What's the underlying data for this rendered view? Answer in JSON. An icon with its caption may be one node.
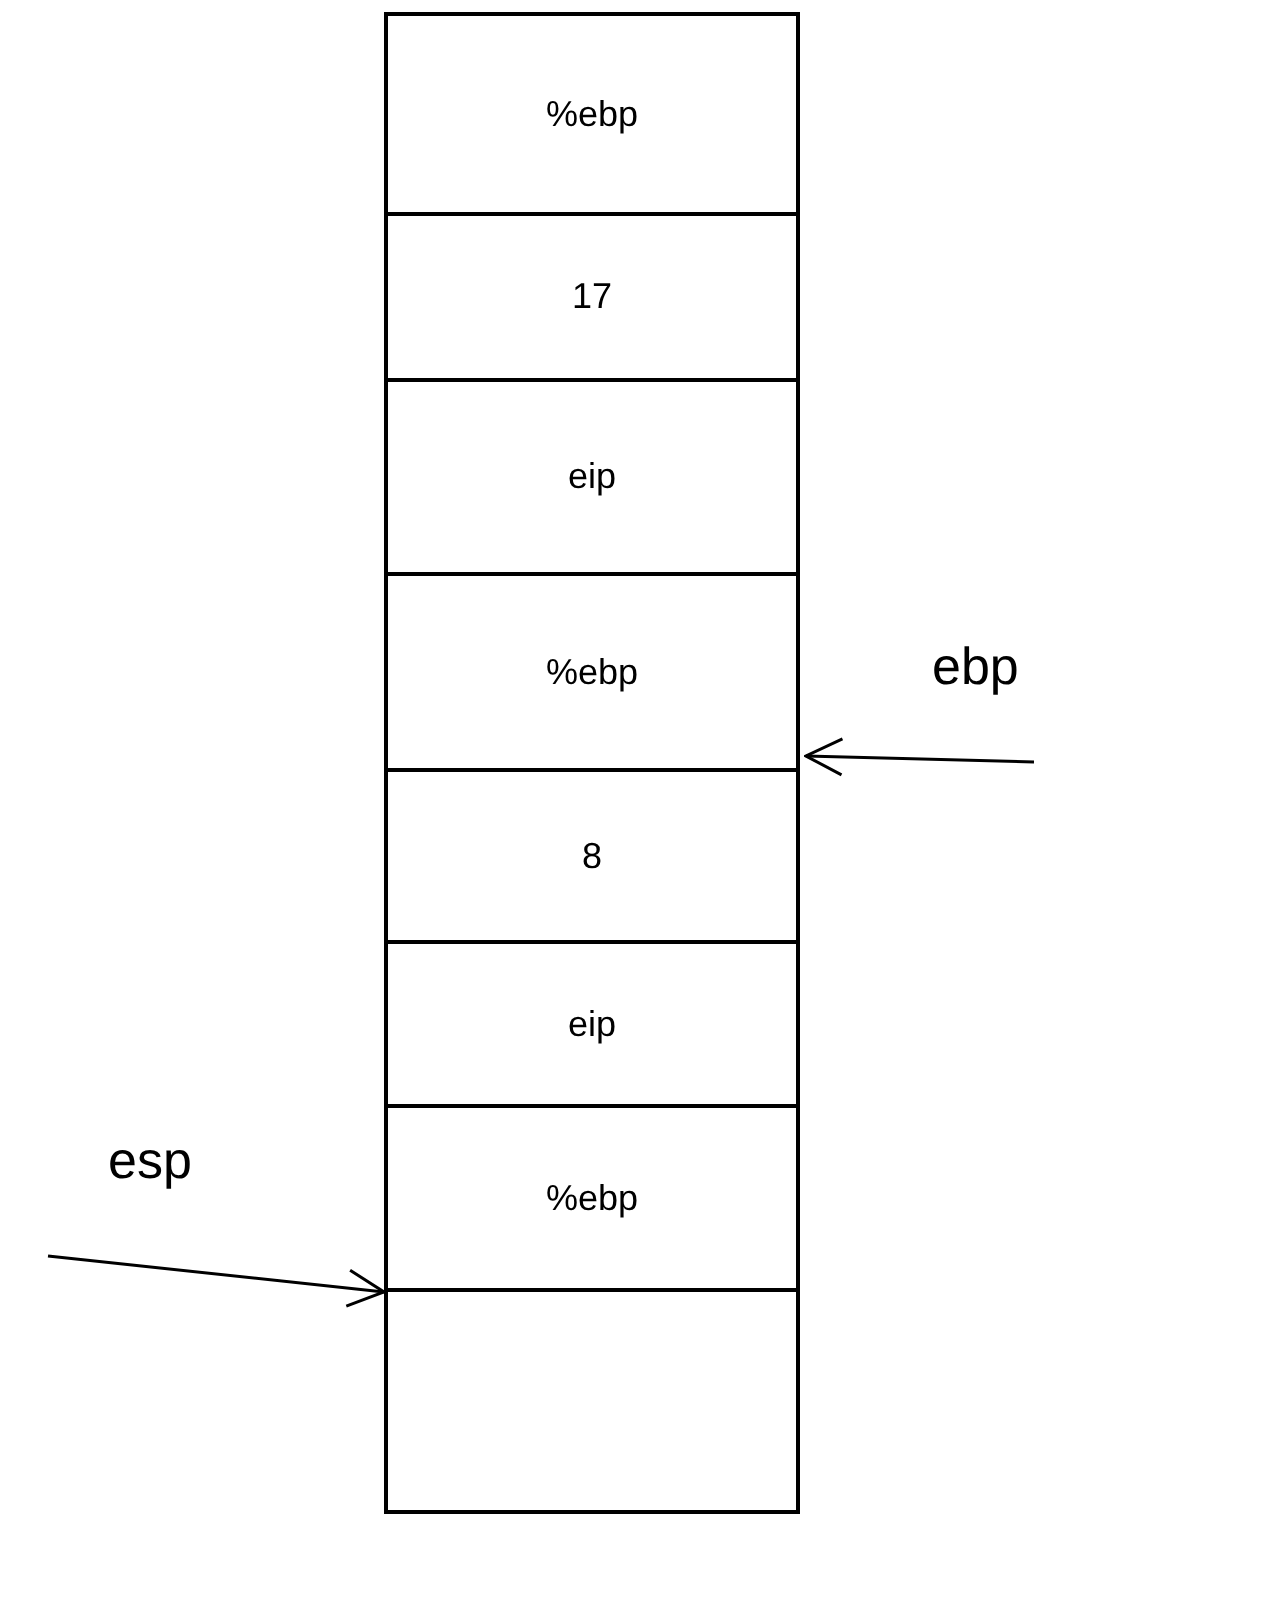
{
  "diagram": {
    "nodes": [
      {
        "text": [
          "%ebp"
        ]
      },
      {
        "text": [
          "17"
        ]
      },
      {
        "text": [
          "eip"
        ]
      },
      {
        "text": [
          "%ebp"
        ]
      },
      {
        "text": [
          "8"
        ]
      },
      {
        "text": [
          "eip"
        ]
      },
      {
        "text": [
          "%ebp"
        ]
      },
      {
        "text": [],
        "shape": "box"
      },
      {
        "text": [
          "ebp"
        ]
      },
      {
        "text": [
          "esp"
        ]
      }
    ],
    "edges": [
      {
        "from": 8,
        "to": 4,
        "arrow": "to"
      },
      {
        "from": 9,
        "to": 6,
        "arrow": "to"
      }
    ]
  }
}
